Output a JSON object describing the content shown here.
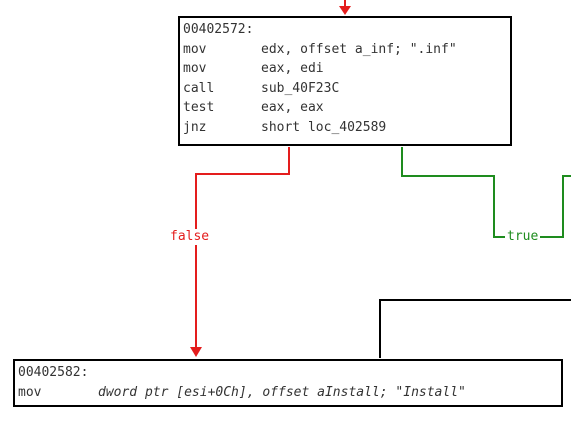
{
  "colors": {
    "edge_false": "#e41d1d",
    "edge_true": "#1e8c1e",
    "edge_plain": "#000000",
    "node_border": "#000000",
    "text": "#333333"
  },
  "nodes": [
    {
      "address": "00402572:",
      "lines": [
        {
          "mnemonic": "mov",
          "operands": "edx, offset a_inf; \".inf\""
        },
        {
          "mnemonic": "mov",
          "operands": "eax, edi"
        },
        {
          "mnemonic": "call",
          "operands": "sub_40F23C"
        },
        {
          "mnemonic": "test",
          "operands": "eax, eax"
        },
        {
          "mnemonic": "jnz",
          "operands": "short loc_402589"
        }
      ]
    },
    {
      "address": "00402582:",
      "lines": [
        {
          "mnemonic": "mov",
          "operands": "dword ptr [esi+0Ch], offset aInstall; \"Install\""
        }
      ]
    }
  ],
  "edges": {
    "false_label": "false",
    "true_label": "true"
  }
}
